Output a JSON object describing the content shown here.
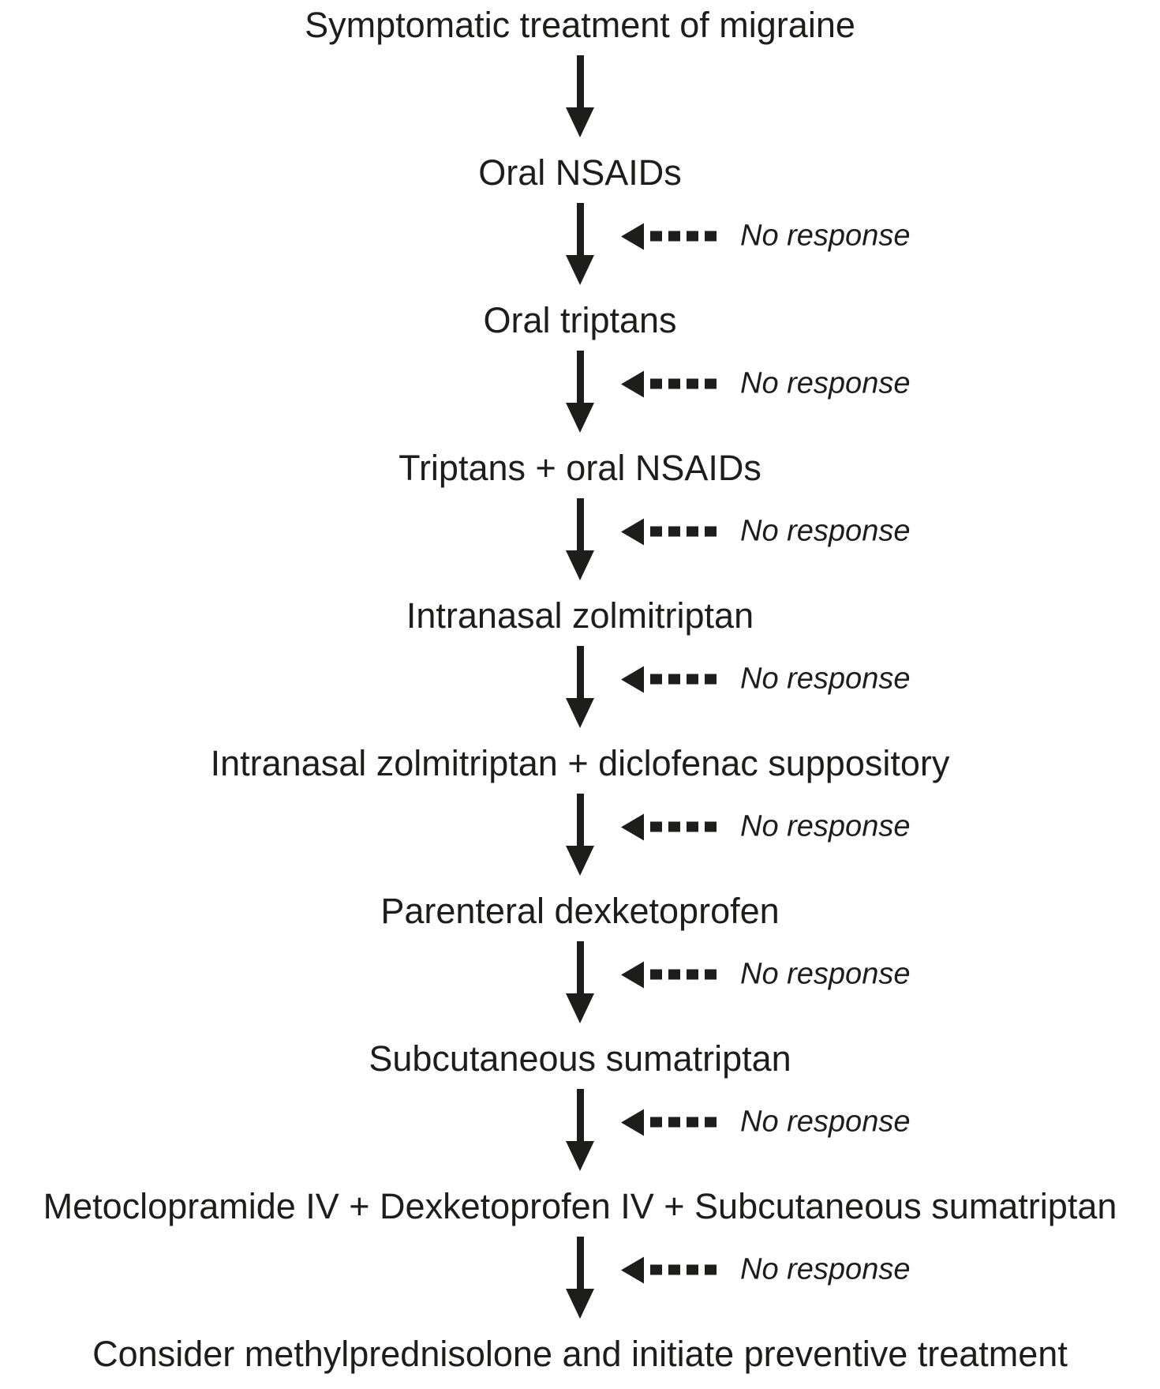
{
  "diagram": {
    "title": "Symptomatic treatment of migraine",
    "no_response_label": "No response",
    "nodes": [
      "Oral NSAIDs",
      "Oral triptans",
      "Triptans + oral NSAIDs",
      "Intranasal zolmitriptan",
      "Intranasal zolmitriptan + diclofenac suppository",
      "Parenteral dexketoprofen",
      "Subcutaneous sumatriptan",
      "Metoclopramide IV + Dexketoprofen IV + Subcutaneous sumatriptan",
      "Consider methylprednisolone and initiate preventive treatment"
    ],
    "connectors": [
      {
        "from": "title",
        "to": 0,
        "no_response": false
      },
      {
        "from": 0,
        "to": 1,
        "no_response": true
      },
      {
        "from": 1,
        "to": 2,
        "no_response": true
      },
      {
        "from": 2,
        "to": 3,
        "no_response": true
      },
      {
        "from": 3,
        "to": 4,
        "no_response": true
      },
      {
        "from": 4,
        "to": 5,
        "no_response": true
      },
      {
        "from": 5,
        "to": 6,
        "no_response": true
      },
      {
        "from": 6,
        "to": 7,
        "no_response": true
      },
      {
        "from": 7,
        "to": 8,
        "no_response": true
      }
    ],
    "colors": {
      "ink": "#1d1d1b",
      "background": "#ffffff"
    }
  }
}
